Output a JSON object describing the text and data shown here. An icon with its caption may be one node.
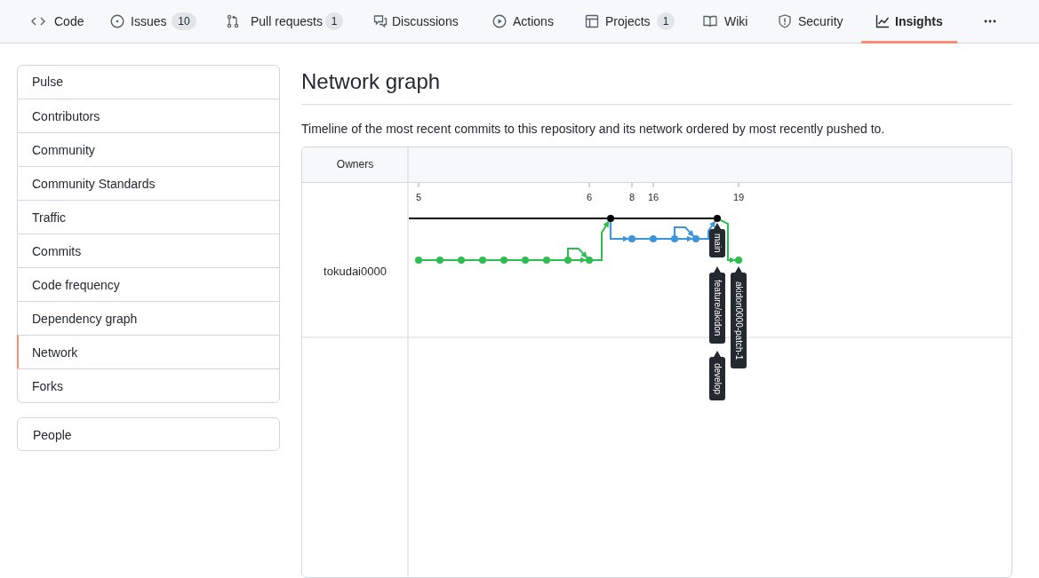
{
  "diagram": {
    "title": "Network graph",
    "nodes": [
      {
        "text": [],
        "shape": "circle"
      },
      {
        "text": [],
        "shape": "circle"
      },
      {
        "text": [],
        "shape": "circle"
      },
      {
        "text": [],
        "shape": "circle"
      },
      {
        "text": [],
        "shape": "circle"
      },
      {
        "text": [],
        "shape": "circle"
      },
      {
        "text": [],
        "shape": "circle"
      },
      {
        "text": [],
        "shape": "circle"
      },
      {
        "text": [],
        "shape": "circle"
      },
      {
        "text": [],
        "shape": "circle"
      },
      {
        "text": [],
        "shape": "circle"
      },
      {
        "text": [],
        "shape": "circle"
      },
      {
        "text": [],
        "shape": "circle"
      },
      {
        "text": [],
        "shape": "circle"
      },
      {
        "text": [],
        "shape": "circle"
      },
      {
        "text": [],
        "shape": "circle"
      },
      {
        "text": [
          "main"
        ]
      },
      {
        "text": [
          "feature/akidon"
        ]
      },
      {
        "text": [
          "develop"
        ]
      },
      {
        "text": [
          "akidon0000-patch-1"
        ]
      }
    ],
    "edges": [
      {
        "from": 0,
        "to": 1,
        "arrow": "none",
        "color": "#2cbe4e"
      },
      {
        "from": 1,
        "to": 2,
        "arrow": "none",
        "color": "#2cbe4e"
      },
      {
        "from": 2,
        "to": 3,
        "arrow": "none",
        "color": "#2cbe4e"
      },
      {
        "from": 3,
        "to": 4,
        "arrow": "none",
        "color": "#2cbe4e"
      },
      {
        "from": 4,
        "to": 5,
        "arrow": "none",
        "color": "#2cbe4e"
      },
      {
        "from": 5,
        "to": 6,
        "arrow": "none",
        "color": "#2cbe4e"
      },
      {
        "from": 6,
        "to": 7,
        "arrow": "none",
        "color": "#2cbe4e"
      },
      {
        "from": 7,
        "to": 8,
        "arrow": "to",
        "color": "#2cbe4e"
      },
      {
        "from": 7,
        "to": 8,
        "arrow": "to",
        "color": "#2cbe4e"
      },
      {
        "from": 8,
        "to": 9,
        "arrow": "to",
        "color": "#2cbe4e"
      },
      {
        "from": null,
        "to": 9,
        "arrow": "none",
        "color": "#000000"
      },
      {
        "from": 9,
        "to": 10,
        "arrow": "none",
        "color": "#000000"
      },
      {
        "from": 9,
        "to": 11,
        "arrow": "to",
        "color": "#3a95dd"
      },
      {
        "from": 11,
        "to": 12,
        "arrow": "none",
        "color": "#3a95dd"
      },
      {
        "from": 12,
        "to": 13,
        "arrow": "none",
        "color": "#3a95dd"
      },
      {
        "from": 13,
        "to": 14,
        "arrow": "to",
        "color": "#3a95dd"
      },
      {
        "from": 13,
        "to": 14,
        "arrow": "to",
        "color": "#3a95dd"
      },
      {
        "from": 14,
        "to": 10,
        "arrow": "to",
        "color": "#3a95dd"
      },
      {
        "from": 10,
        "to": 15,
        "arrow": "to",
        "color": "#2cbe4e"
      }
    ],
    "labels": [
      "Code",
      "Issues",
      "10",
      "Pull requests",
      "1",
      "Discussions",
      "Actions",
      "Projects",
      "1",
      "Wiki",
      "Security",
      "Insights",
      "Pulse",
      "Contributors",
      "Community",
      "Community Standards",
      "Traffic",
      "Commits",
      "Code frequency",
      "Dependency graph",
      "Network",
      "Forks",
      "People",
      "Timeline of the most recent commits to this repository and its network ordered by most recently pushed to.",
      "Owners",
      "5",
      "6",
      "8",
      "16",
      "19",
      "tokudai0000"
    ]
  }
}
